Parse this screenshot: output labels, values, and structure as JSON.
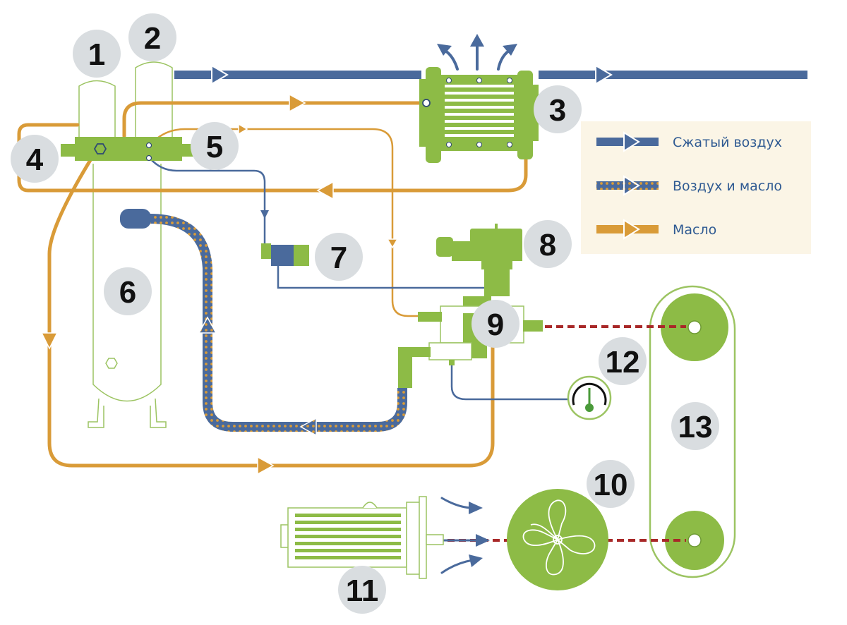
{
  "legend": {
    "compressed_air": "Сжатый воздух",
    "air_and_oil": "Воздух и масло",
    "oil": "Масло"
  },
  "callouts": {
    "n1": "1",
    "n2": "2",
    "n3": "3",
    "n4": "4",
    "n5": "5",
    "n6": "6",
    "n7": "7",
    "n8": "8",
    "n9": "9",
    "n10": "10",
    "n11": "11",
    "n12": "12",
    "n13": "13"
  },
  "colors": {
    "component_green": "#8dbb46",
    "outline_green": "#9cc462",
    "air_line_blue": "#4a6a9c",
    "oil_line_orange": "#d99b38",
    "belt_drive_red": "#a82828",
    "callout_gray": "#d9dde0",
    "legend_bg": "#fbf5e6"
  }
}
